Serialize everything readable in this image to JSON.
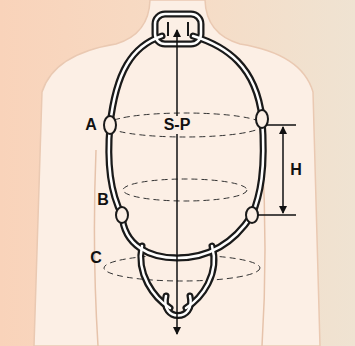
{
  "diagram": {
    "labels": [
      "S-P",
      "A",
      "H",
      "B",
      "C"
    ]
  }
}
